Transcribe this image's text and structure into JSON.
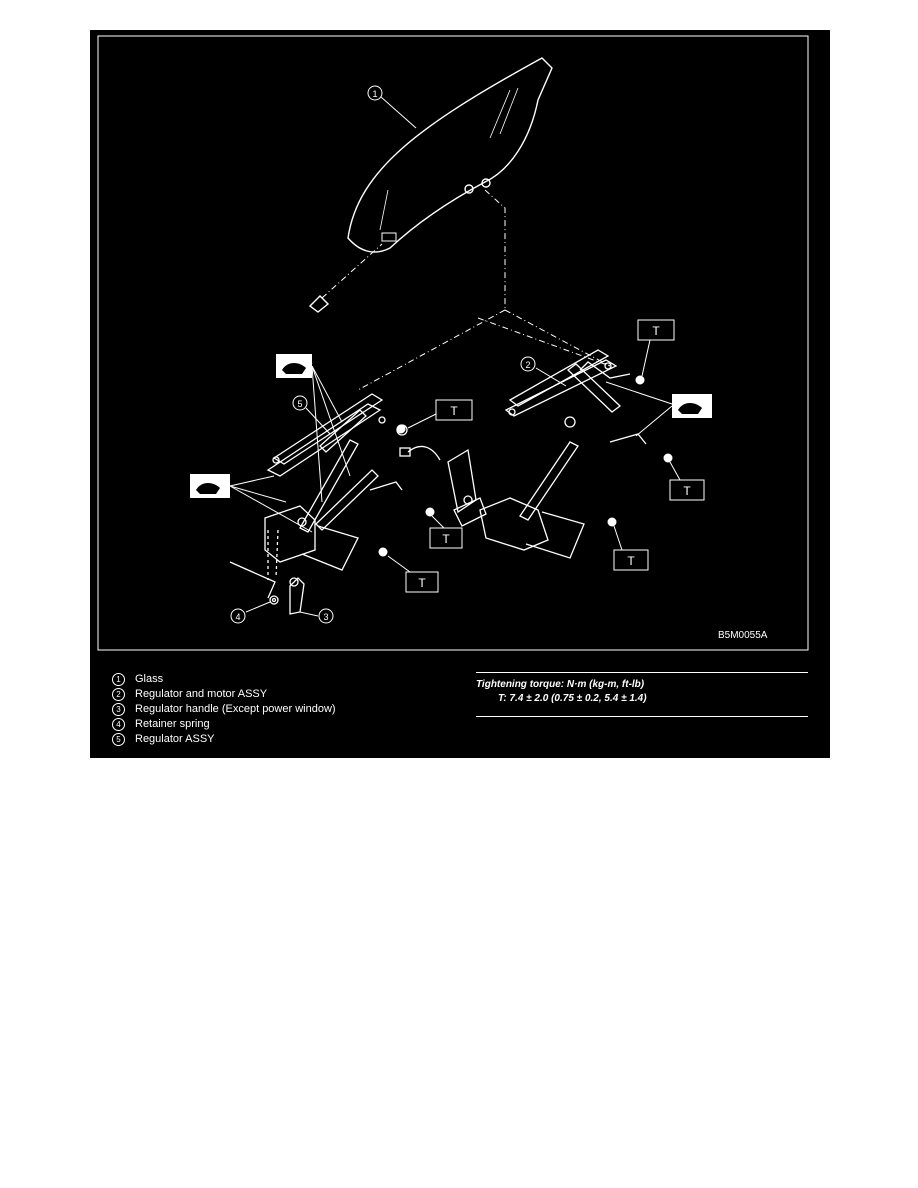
{
  "diagram": {
    "callouts": [
      "1",
      "2",
      "3",
      "4",
      "5"
    ],
    "torque_tag": "T",
    "code": "B5M0055A"
  },
  "legend": [
    {
      "num": "1",
      "label": "Glass"
    },
    {
      "num": "2",
      "label": "Regulator and motor ASSY"
    },
    {
      "num": "3",
      "label": "Regulator handle (Except power window)"
    },
    {
      "num": "4",
      "label": "Retainer spring"
    },
    {
      "num": "5",
      "label": "Regulator ASSY"
    }
  ],
  "torque": {
    "heading": "Tightening torque: N·m (kg-m, ft-lb)",
    "value": "T: 7.4 ± 2.0 (0.75 ± 0.2, 5.4 ± 1.4)"
  }
}
